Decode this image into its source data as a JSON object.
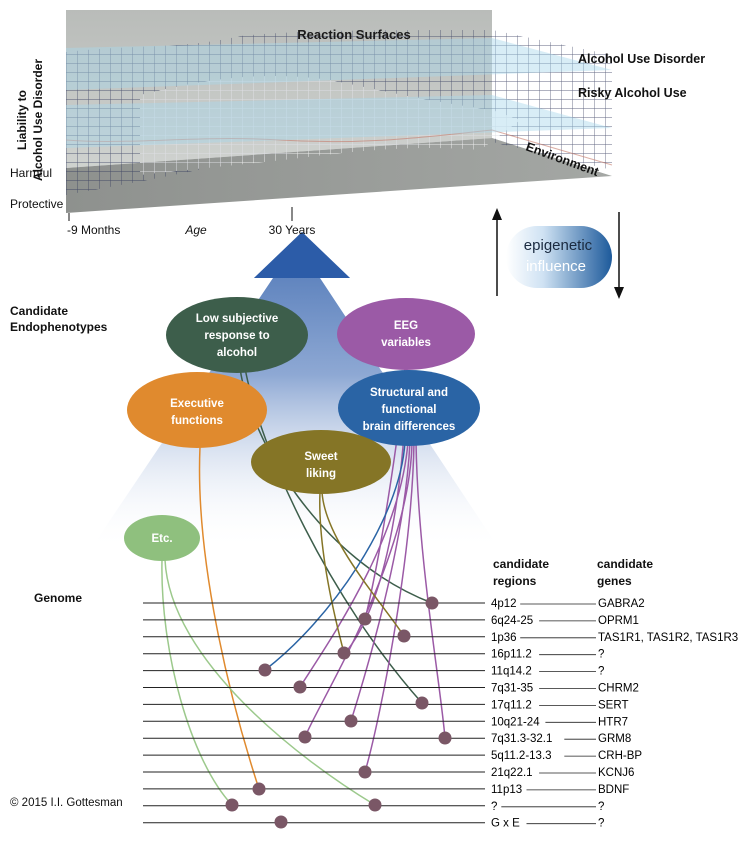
{
  "title": "Reaction Surfaces",
  "y_axis_label_line1": "Liability to",
  "y_axis_label_line2": "Alcohol Use Disorder",
  "harmful": "Harmful",
  "protective": "Protective",
  "surfaces": {
    "aud": "Alcohol Use Disorder",
    "risky": "Risky Alcohol Use",
    "environment": "Environment"
  },
  "time_axis": {
    "start": "-9 Months",
    "middle": "Age",
    "end": "30 Years"
  },
  "epigenetic": {
    "line1": "epigenetic",
    "line2": "influence"
  },
  "candidate_endophenotypes": {
    "line1": "Candidate",
    "line2": "Endophenotypes"
  },
  "ellipses": {
    "low_response": {
      "line1": "Low subjective",
      "line2": "response to",
      "line3": "alcohol",
      "color": "#3d5e4b"
    },
    "eeg": {
      "line1": "EEG",
      "line2": "variables",
      "color": "#9b5aa6"
    },
    "executive": {
      "line1": "Executive",
      "line2": "functions",
      "color": "#e08a2e"
    },
    "structural": {
      "line1": "Structural and",
      "line2": "functional",
      "line3": "brain differences",
      "color": "#2a64a5"
    },
    "sweet": {
      "line1": "Sweet",
      "line2": "liking",
      "color": "#857526"
    },
    "etc": {
      "line1": "Etc.",
      "color": "#8fc07e"
    }
  },
  "genome_label": "Genome",
  "regions_header": {
    "line1": "candidate",
    "line2": "regions"
  },
  "genes_header": {
    "line1": "candidate",
    "line2": "genes"
  },
  "genome_rows": [
    {
      "region": "4p12",
      "gene": "GABRA2"
    },
    {
      "region": "6q24-25",
      "gene": "OPRM1"
    },
    {
      "region": "1p36",
      "gene": "TAS1R1, TAS1R2, TAS1R3"
    },
    {
      "region": "16p11.2",
      "gene": "?"
    },
    {
      "region": "11q14.2",
      "gene": "?"
    },
    {
      "region": "7q31-35",
      "gene": "CHRM2"
    },
    {
      "region": "17q11.2",
      "gene": "SERT"
    },
    {
      "region": "10q21-24",
      "gene": "HTR7"
    },
    {
      "region": "7q31.3-32.1",
      "gene": "GRM8"
    },
    {
      "region": "5q11.2-13.3",
      "gene": "CRH-BP"
    },
    {
      "region": "21q22.1",
      "gene": "KCNJ6"
    },
    {
      "region": "11p13",
      "gene": "BDNF"
    },
    {
      "region": "?",
      "gene": "?"
    },
    {
      "region": "G x E",
      "gene": "?"
    }
  ],
  "copyright": "© 2015 I.I. Gottesman"
}
